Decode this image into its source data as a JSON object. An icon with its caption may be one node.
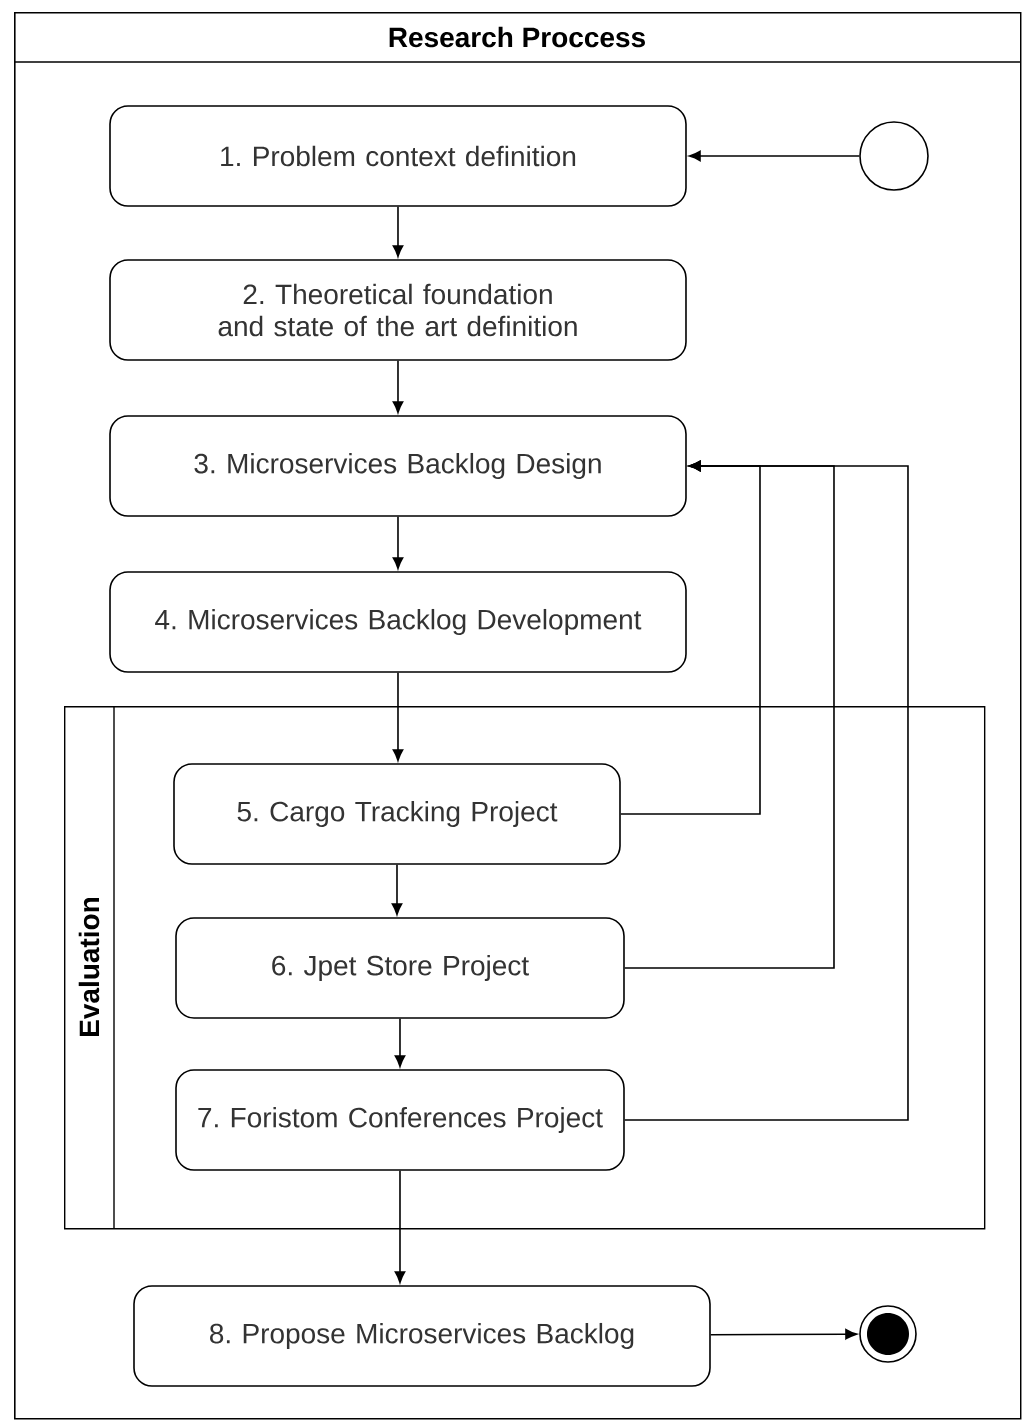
{
  "diagram": {
    "nodes": [
      {
        "text": [
          "Research Proccess"
        ]
      },
      {
        "text": [
          "1. Problem context definition"
        ],
        "in": 0
      },
      {
        "text": [],
        "shape": "circle",
        "in": 0
      },
      {
        "text": [
          "2. Theoretical foundation and state of the art definition"
        ],
        "in": 0
      },
      {
        "text": [
          "3. Microservices Backlog Design"
        ],
        "in": 0
      },
      {
        "text": [
          "4. Microservices Backlog Development"
        ],
        "in": 0
      },
      {
        "text": [
          "Evaluation"
        ],
        "in": 0
      },
      {
        "text": [
          "5. Cargo Tracking Project"
        ],
        "in": 6
      },
      {
        "text": [
          "6. Jpet Store Project"
        ],
        "in": 6
      },
      {
        "text": [
          "7. Foristom Conferences Project"
        ],
        "in": 6
      },
      {
        "text": [
          "8. Propose Microservices Backlog"
        ],
        "in": 0
      },
      {
        "text": [],
        "shape": "circle",
        "in": 0
      }
    ],
    "edges": [
      {
        "from": 2,
        "to": 1,
        "arrow": "to"
      },
      {
        "from": 1,
        "to": 3,
        "arrow": "to"
      },
      {
        "from": 3,
        "to": 4,
        "arrow": "to"
      },
      {
        "from": 4,
        "to": 5,
        "arrow": "to"
      },
      {
        "from": 5,
        "to": 7,
        "arrow": "to"
      },
      {
        "from": 7,
        "to": 8,
        "arrow": "to"
      },
      {
        "from": 8,
        "to": 9,
        "arrow": "to"
      },
      {
        "from": 9,
        "to": 10,
        "arrow": "to"
      },
      {
        "from": 10,
        "to": 11,
        "arrow": "to"
      },
      {
        "from": 7,
        "to": 4,
        "arrow": "to"
      },
      {
        "from": 8,
        "to": 4,
        "arrow": "to"
      },
      {
        "from": 9,
        "to": 4,
        "arrow": "to"
      }
    ]
  }
}
